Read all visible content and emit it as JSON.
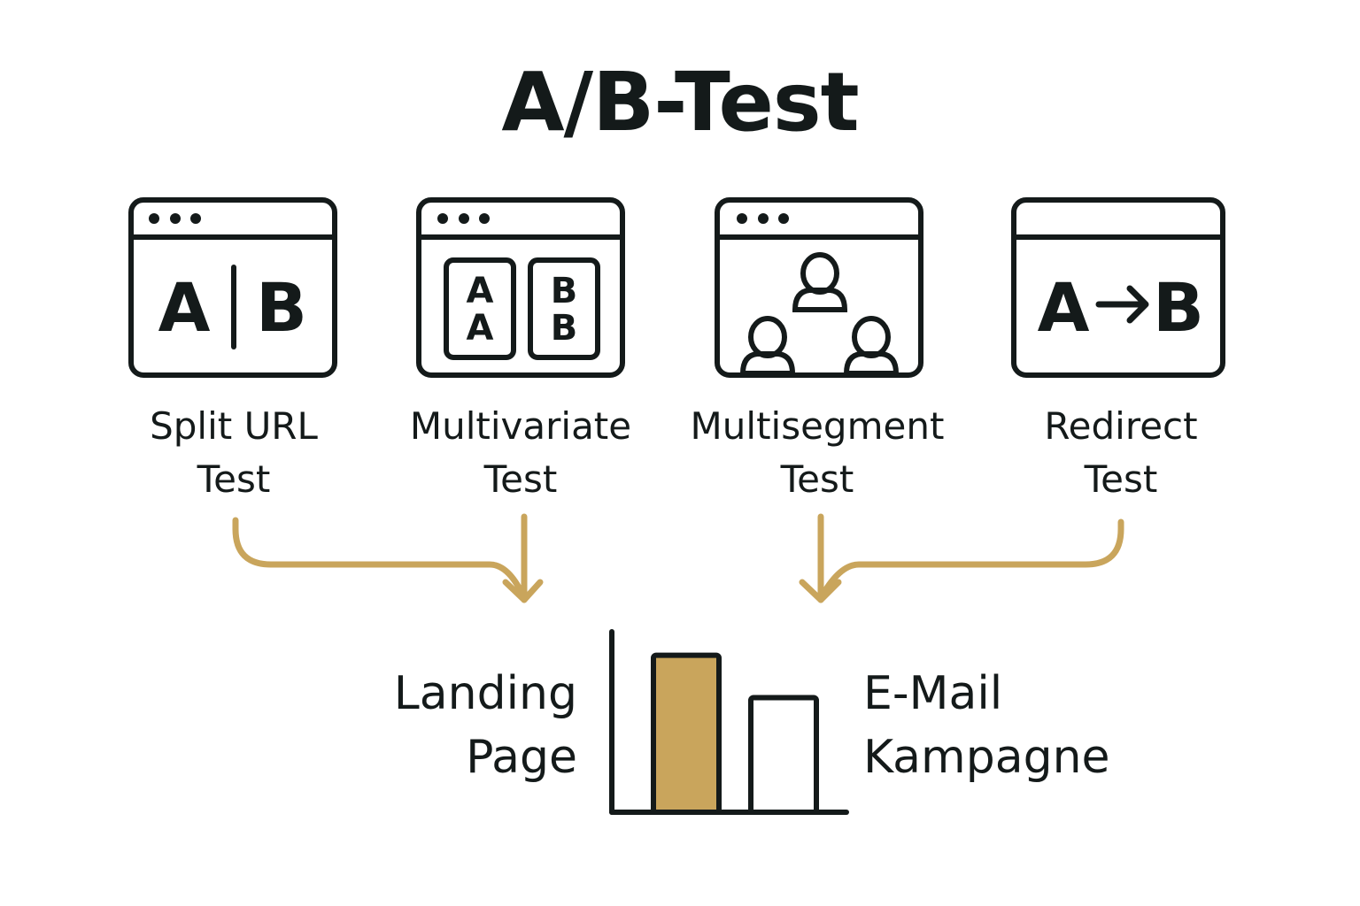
{
  "title": "A/B-Test",
  "colors": {
    "ink": "#141a1a",
    "accent": "#c9a55c",
    "background": "#ffffff"
  },
  "test_types": [
    {
      "icon": "browser-split-ab-icon",
      "glyphs": {
        "a": "A",
        "b": "B"
      },
      "label_line1": "Split URL",
      "label_line2": "Test"
    },
    {
      "icon": "browser-multivariate-icon",
      "glyphs": {
        "a": "A",
        "b": "B"
      },
      "label_line1": "Multivariate",
      "label_line2": "Test"
    },
    {
      "icon": "browser-segments-users-icon",
      "label_line1": "Multisegment",
      "label_line2": "Test"
    },
    {
      "icon": "browser-redirect-icon",
      "glyphs": {
        "a": "A",
        "arrow": "→",
        "b": "B"
      },
      "label_line1": "Redirect",
      "label_line2": "Test"
    }
  ],
  "targets": {
    "left": {
      "line1": "Landing",
      "line2": "Page"
    },
    "right": {
      "line1": "E-Mail",
      "line2": "Kampagne"
    }
  },
  "chart_data": {
    "type": "bar",
    "categories": [
      "Landing Page",
      "E-Mail Kampagne"
    ],
    "values": [
      100,
      73
    ],
    "highlighted": [
      "Landing Page"
    ],
    "title": "",
    "xlabel": "",
    "ylabel": "",
    "ylim": [
      0,
      115
    ],
    "grid": false,
    "axis_ticks": false
  }
}
